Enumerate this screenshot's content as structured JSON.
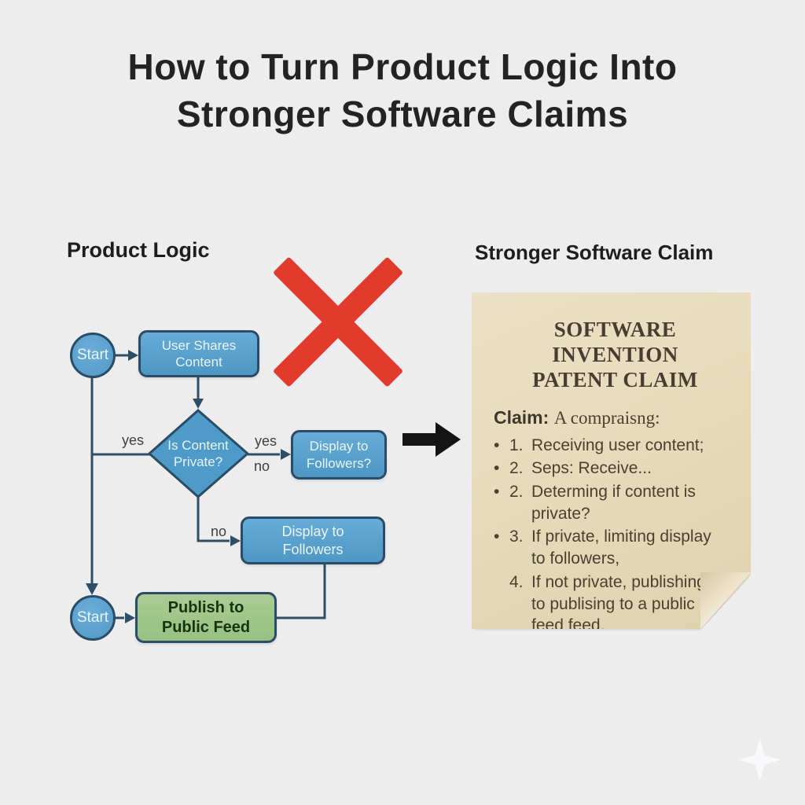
{
  "title": {
    "line1": "How to Turn Product Logic Into",
    "line2": "Stronger Software Claims"
  },
  "sections": {
    "left_heading": "Product Logic",
    "right_heading": "Stronger Software Claim"
  },
  "flowchart": {
    "start_top_label": "Start",
    "user_shares_label": "User Shares Content",
    "decision_label": "Is Content Private?",
    "display_followers_q_label": "Display to Followers?",
    "display_followers_label": "Display to Followers",
    "start_bottom_label": "Start",
    "publish_label": "Publish to Public Feed",
    "edge_labels": {
      "yes_left": "yes",
      "yes_right": "yes",
      "no_right": "no",
      "no_bottom": "no"
    }
  },
  "document": {
    "title_line1": "SOFTWARE INVENTION",
    "title_line2": "PATENT CLAIM",
    "claim_label": "Claim:",
    "claim_intro": "A compraisng:",
    "items": [
      {
        "dot": "•",
        "num": "1.",
        "text": "Receiving user content;"
      },
      {
        "dot": "•",
        "num": "2.",
        "text": "Seps: Receive..."
      },
      {
        "dot": "•",
        "num": "2.",
        "text": "Determing if content is private?"
      },
      {
        "dot": "•",
        "num": "3.",
        "text": "If private, limiting display to followers,"
      },
      {
        "dot": "",
        "num": "4.",
        "text": "If not private, publishing to publising to a public feed feed."
      }
    ]
  },
  "colors": {
    "background": "#EDEDEE",
    "node_blue": "#579ECB",
    "node_border": "#2B4C66",
    "node_green": "#9FC68A",
    "connector": "#2E4D66",
    "red_x": "#E23B2E",
    "black_arrow": "#141414",
    "paper": "#E6DABB",
    "doc_text": "#48412F"
  }
}
